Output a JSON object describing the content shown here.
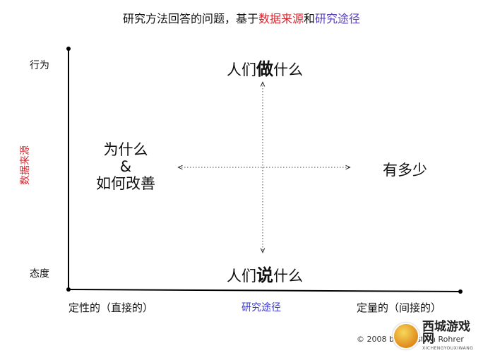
{
  "title": {
    "prefix": "研究方法回答的问题，基于",
    "data_source": "数据来源",
    "connector": "和",
    "research_path": "研究途径"
  },
  "y_axis": {
    "title": "数据来源",
    "top_label": "行为",
    "bottom_label": "态度"
  },
  "x_axis": {
    "left_label": "定性的（直接的）",
    "center_label": "研究途径",
    "right_label": "定量的（间接的）"
  },
  "quadrants": {
    "top": {
      "pre": "人们",
      "key": "做",
      "post": "什么"
    },
    "bottom": {
      "pre": "人们",
      "key": "说",
      "post": "什么"
    },
    "left": [
      "为什么",
      "&",
      "如何改善"
    ],
    "right": "有多少"
  },
  "copyright": "© 2008 by Christian Rohrer",
  "watermark": {
    "main": "西城游戏网",
    "sub": "XICHENGYOUXIWANG"
  },
  "colors": {
    "data_source": "#d9262e",
    "research_path": "#5a3fc0",
    "center_axis_label": "#3a3ad0"
  }
}
